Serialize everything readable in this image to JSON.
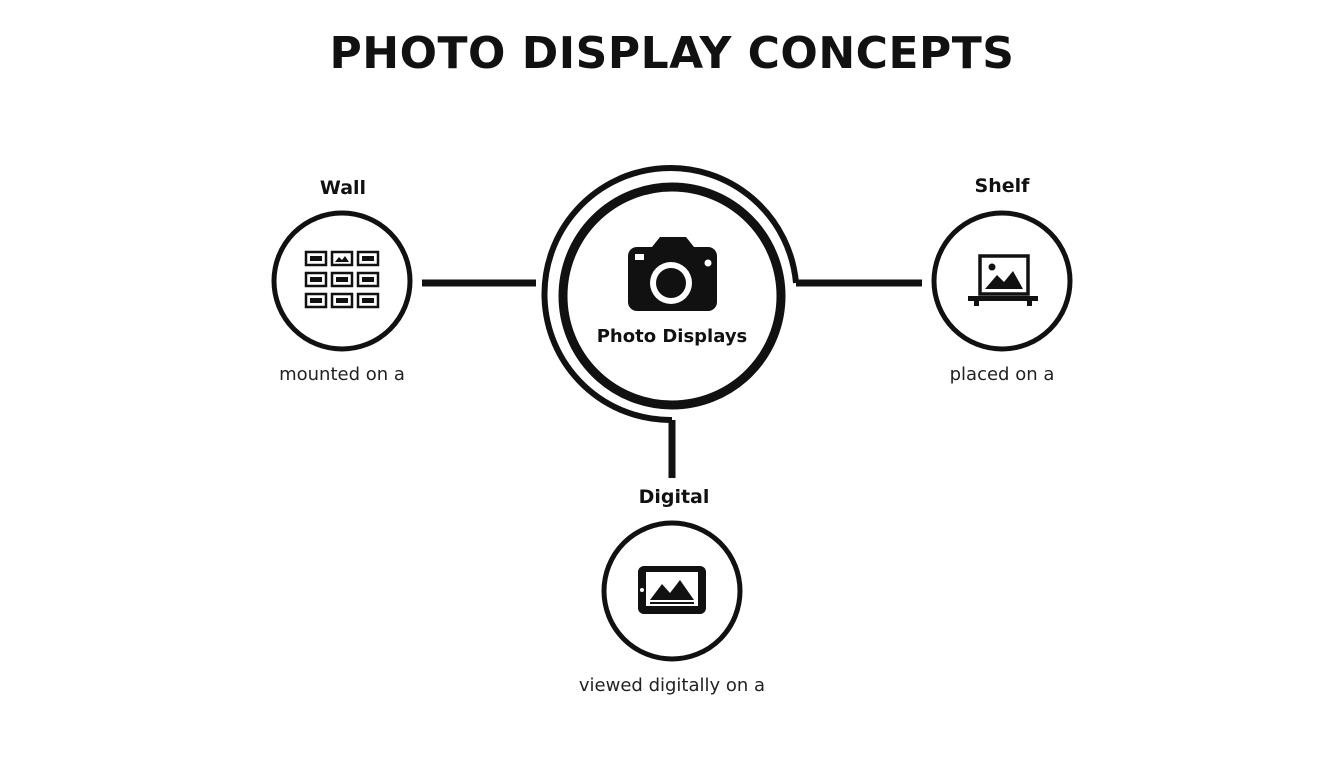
{
  "title": "PHOTO DISPLAY CONCEPTS",
  "center": {
    "label": "Photo Displays",
    "icon": "camera-icon"
  },
  "nodes": [
    {
      "id": "wall",
      "title": "Wall",
      "caption": "mounted on a",
      "icon": "photo-grid-icon"
    },
    {
      "id": "shelf",
      "title": "Shelf",
      "caption": "placed on a",
      "icon": "framed-photo-on-shelf-icon"
    },
    {
      "id": "digital",
      "title": "Digital",
      "caption": "viewed digitally on a",
      "icon": "tablet-photo-icon"
    }
  ],
  "colors": {
    "background": "#ffffff",
    "stroke": "#111111"
  }
}
